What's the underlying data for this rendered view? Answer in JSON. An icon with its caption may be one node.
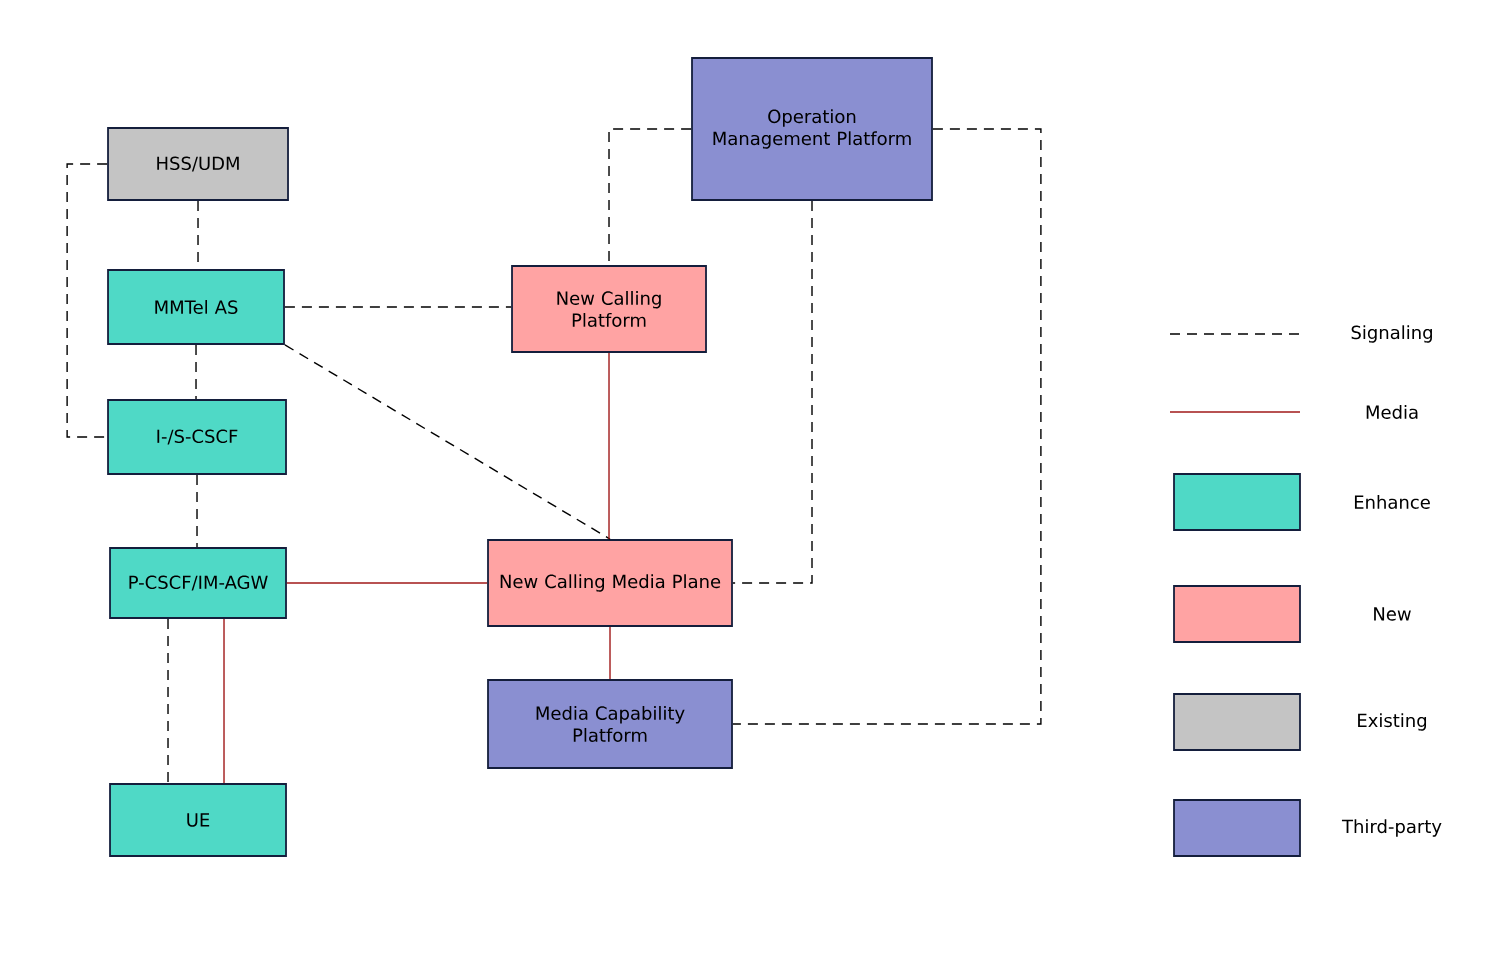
{
  "diagram": {
    "nodes": [
      {
        "text": [
          "Operation Management Platform"
        ]
      },
      {
        "text": [
          "HSS/UDM"
        ]
      },
      {
        "text": [
          "MMTel AS"
        ]
      },
      {
        "text": [
          "New Calling Platform"
        ]
      },
      {
        "text": [
          "I-/S-CSCF"
        ]
      },
      {
        "text": [
          "New Calling Media Plane"
        ]
      },
      {
        "text": [
          "P-CSCF/IM-AGW"
        ]
      },
      {
        "text": [
          "Media Capability Platform"
        ]
      },
      {
        "text": [
          "UE"
        ]
      }
    ],
    "edges": [
      {
        "from": 1,
        "to": 2,
        "arrow": "none",
        "style": "dashed"
      },
      {
        "from": 1,
        "to": 4,
        "arrow": "none",
        "style": "dashed"
      },
      {
        "from": 2,
        "to": 4,
        "arrow": "none",
        "style": "dashed"
      },
      {
        "from": 2,
        "to": 3,
        "arrow": "none",
        "style": "dashed"
      },
      {
        "from": 2,
        "to": 5,
        "arrow": "none",
        "style": "dashed"
      },
      {
        "from": 4,
        "to": 6,
        "arrow": "none",
        "style": "dashed"
      },
      {
        "from": 6,
        "to": 8,
        "arrow": "none",
        "style": "dashed"
      },
      {
        "from": 6,
        "to": 8,
        "arrow": "none",
        "color": "#a01818"
      },
      {
        "from": 6,
        "to": 5,
        "arrow": "none",
        "color": "#a01818"
      },
      {
        "from": 3,
        "to": 5,
        "arrow": "none",
        "color": "#a01818"
      },
      {
        "from": 5,
        "to": 7,
        "arrow": "none",
        "color": "#a01818"
      },
      {
        "from": 0,
        "to": 3,
        "arrow": "none",
        "style": "dashed"
      },
      {
        "from": 0,
        "to": 5,
        "arrow": "none",
        "style": "dashed"
      },
      {
        "from": 0,
        "to": 7,
        "arrow": "none",
        "style": "dashed"
      }
    ],
    "legend": [
      {
        "text": "Signaling"
      },
      {
        "text": "Media"
      },
      {
        "text": "Enhance",
        "color": "#4fd9c6"
      },
      {
        "text": "New",
        "color": "#ffa3a3"
      },
      {
        "text": "Existing",
        "color": "#c4c4c4"
      },
      {
        "text": "Third-party",
        "color": "#8a8fd1"
      }
    ]
  }
}
